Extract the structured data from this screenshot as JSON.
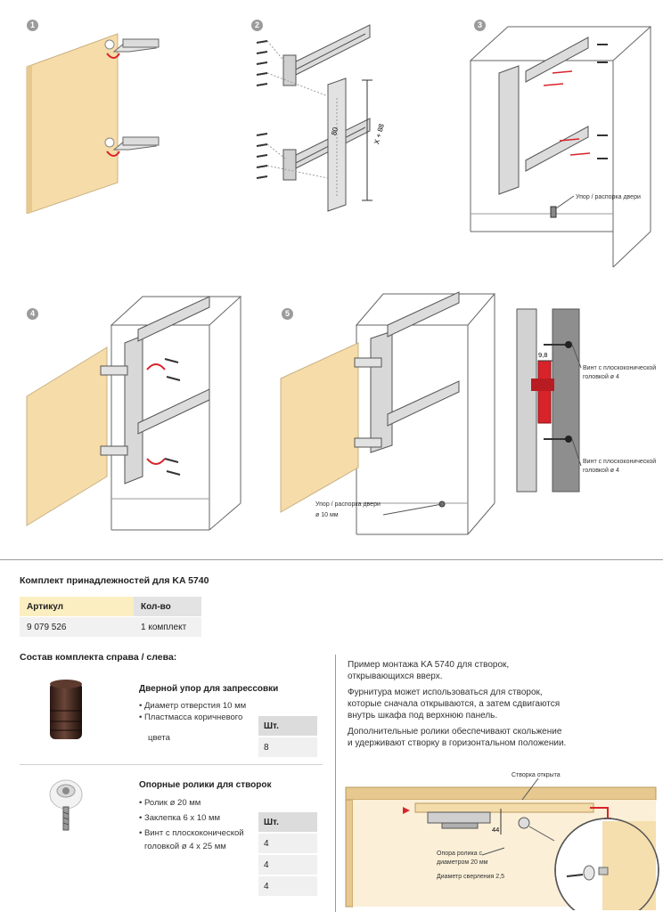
{
  "steps": [
    "1",
    "2",
    "3",
    "4",
    "5"
  ],
  "diagram_labels": {
    "dim_80": "80",
    "dim_x88": "X + 88",
    "door_stop_3": "Упор / распорка двери",
    "door_stop_5": "Упор / распорка двери",
    "door_stop_5_dia": "ø 10 мм",
    "dim_98": "9,8",
    "screw_top": "Винт с плоскоконической",
    "screw_top_2": "головкой ø 4",
    "screw_bottom": "Винт с плоскоконической",
    "screw_bottom_2": "головкой ø 4"
  },
  "accessory_kit": {
    "title": "Комплект принадлежностей для KA 5740",
    "columns": [
      "Артикул",
      "Кол-во"
    ],
    "rows": [
      [
        "9 079 526",
        "1 комплект"
      ]
    ]
  },
  "kit_contents_title": "Состав комплекта справа / слева:",
  "items": [
    {
      "title": "Дверной упор для запрессовки",
      "bullets": [
        "Диаметр отверстия 10 мм",
        "Пластмасса коричневого",
        "цвета"
      ],
      "qty_header": "Шт.",
      "qty": [
        "8"
      ]
    },
    {
      "title": "Опорные ролики для створок",
      "bullets": [
        "Ролик ø 20 мм",
        "Заклепка 6 x 10 мм",
        "Винт с плоскоконической",
        "головкой ø 4 x 25 мм"
      ],
      "qty_header": "Шт.",
      "qty": [
        "4",
        "4",
        "4"
      ]
    }
  ],
  "description": [
    "Пример монтажа KA 5740 для створок,",
    "открывающихся вверх.",
    "Фурнитура может использоваться для створок,",
    "которые сначала открываются, а затем сдвигаются",
    "внутрь шкафа под верхнюю панель.",
    "Дополнительные ролики обеспечивают скольжение",
    "и удерживают створку в горизонтальном положении."
  ],
  "bottom_diagram": {
    "flap_open": "Створка открыта",
    "dim_44": "44",
    "roller_support": "Опора ролика с",
    "roller_support_2": "диаметром 20 мм",
    "drill_dia": "Диаметр сверления 2,5"
  },
  "colors": {
    "door": "#f6dca8",
    "accent_red": "#d8232a",
    "panel_gray": "#cfcfcf"
  }
}
